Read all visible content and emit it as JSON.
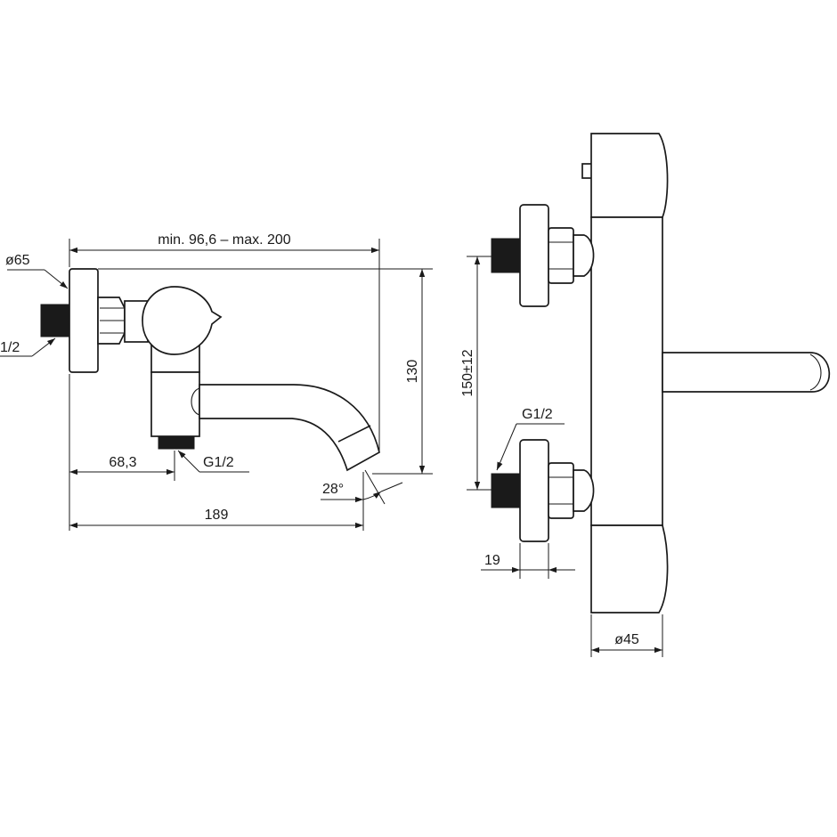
{
  "dimensions": {
    "reach_range": "min. 96,6 – max. 200",
    "rosette_diameter": "ø65",
    "thread_left": "1/2",
    "height_side": "130",
    "outlet_offset": "68,3",
    "outlet_thread": "G1/2",
    "spout_angle": "28°",
    "overall_length": "189",
    "center_distance": "150±12",
    "inlet_thread_front": "G1/2",
    "rosette_depth": "19",
    "body_diameter": "ø45"
  }
}
